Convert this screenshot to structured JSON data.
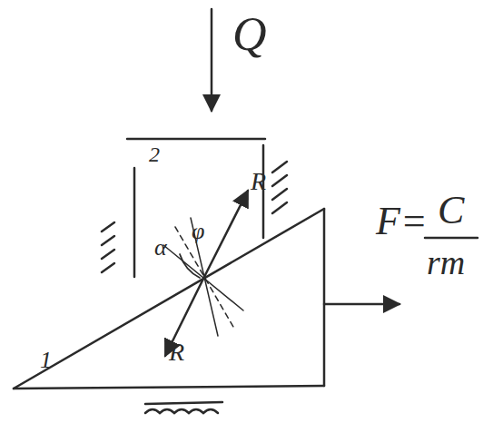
{
  "diagram": {
    "labels": [
      "Q",
      "2",
      "φ",
      "R",
      "α",
      "R",
      "1",
      "F=",
      "C",
      "rm"
    ]
  }
}
